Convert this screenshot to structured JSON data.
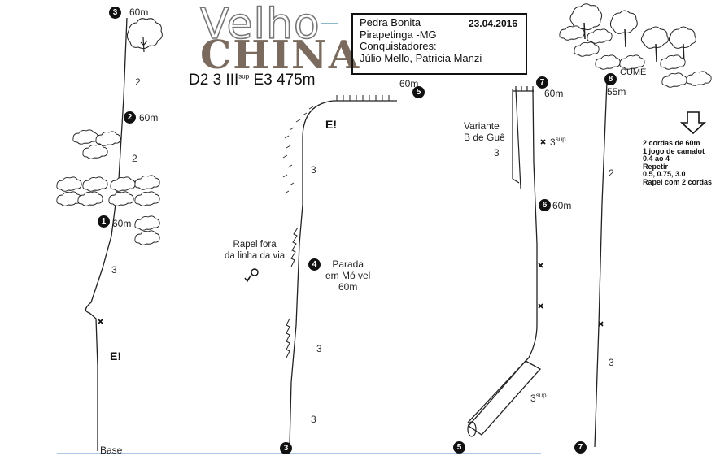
{
  "logo": {
    "line1": "Velho",
    "line2": "CHINA"
  },
  "route": {
    "grade_prefix": "D2 3 III",
    "grade_sup": "sup",
    "grade_suffix": "E3 475m"
  },
  "info": {
    "location": "Pedra Bonita",
    "region": "Pirapetinga -MG",
    "label": "Conquistadores:",
    "climbers": "Júlio Mello, Patricia Manzi",
    "date": "23.04.2016"
  },
  "gear": {
    "lines": [
      "2 cordas de 60m",
      "1 jogo de camalot",
      "0.4 ao 4",
      "Repetir",
      "0.5, 0.75, 3.0",
      "Rapel com 2 cordas"
    ]
  },
  "stations": [
    {
      "id": "s3a",
      "number": "3",
      "length": "60m"
    },
    {
      "id": "s2",
      "number": "2",
      "length": "60m"
    },
    {
      "id": "s1",
      "number": "1",
      "length": "60m"
    },
    {
      "id": "s3b",
      "number": "3",
      "length": ""
    },
    {
      "id": "s4",
      "number": "4",
      "length": ""
    },
    {
      "id": "s5a",
      "number": "5",
      "length": "60m"
    },
    {
      "id": "s5b",
      "number": "5",
      "length": ""
    },
    {
      "id": "s6",
      "number": "6",
      "length": "60m"
    },
    {
      "id": "s7a",
      "number": "7",
      "length": "60m"
    },
    {
      "id": "s7b",
      "number": "7",
      "length": ""
    },
    {
      "id": "s8",
      "number": "8",
      "length": "55m"
    }
  ],
  "grades": {
    "p2a": "2",
    "p2b": "2",
    "p1": "3",
    "p4a": "3",
    "p4b": "3",
    "p4c": "3",
    "p6a": "3",
    "p6b": "3",
    "p7": "2",
    "p8": "3"
  },
  "labels": {
    "base": "Base",
    "cume": "CUME",
    "rapel_line1": "Rapel fora",
    "rapel_line2": "da linha da via",
    "parada_line1": "Parada",
    "parada_line2": "em Mó vel",
    "parada_length": "60m",
    "variante_line1": "Variante",
    "variante_line2": "B de Guê",
    "exposure": "E!",
    "sup": "sup"
  }
}
